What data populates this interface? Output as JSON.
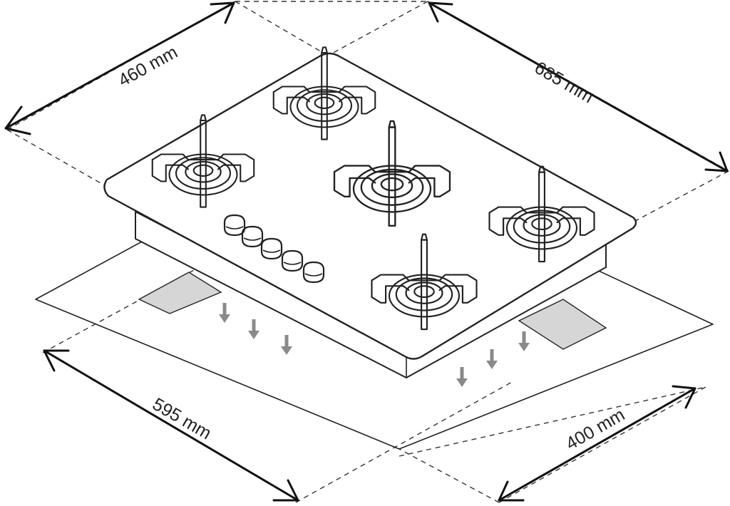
{
  "dimensions": {
    "top_left": "460 mm",
    "top_right": "685 mm",
    "bottom_left": "595 mm",
    "bottom_right": "400 mm"
  },
  "colors": {
    "line": "#222222",
    "vent_fill": "#d6d6d6",
    "arrow_gray": "#8a8a8a"
  },
  "burners": [
    "rear-left",
    "rear-center",
    "center-large",
    "right",
    "front"
  ],
  "knob_count": 5
}
